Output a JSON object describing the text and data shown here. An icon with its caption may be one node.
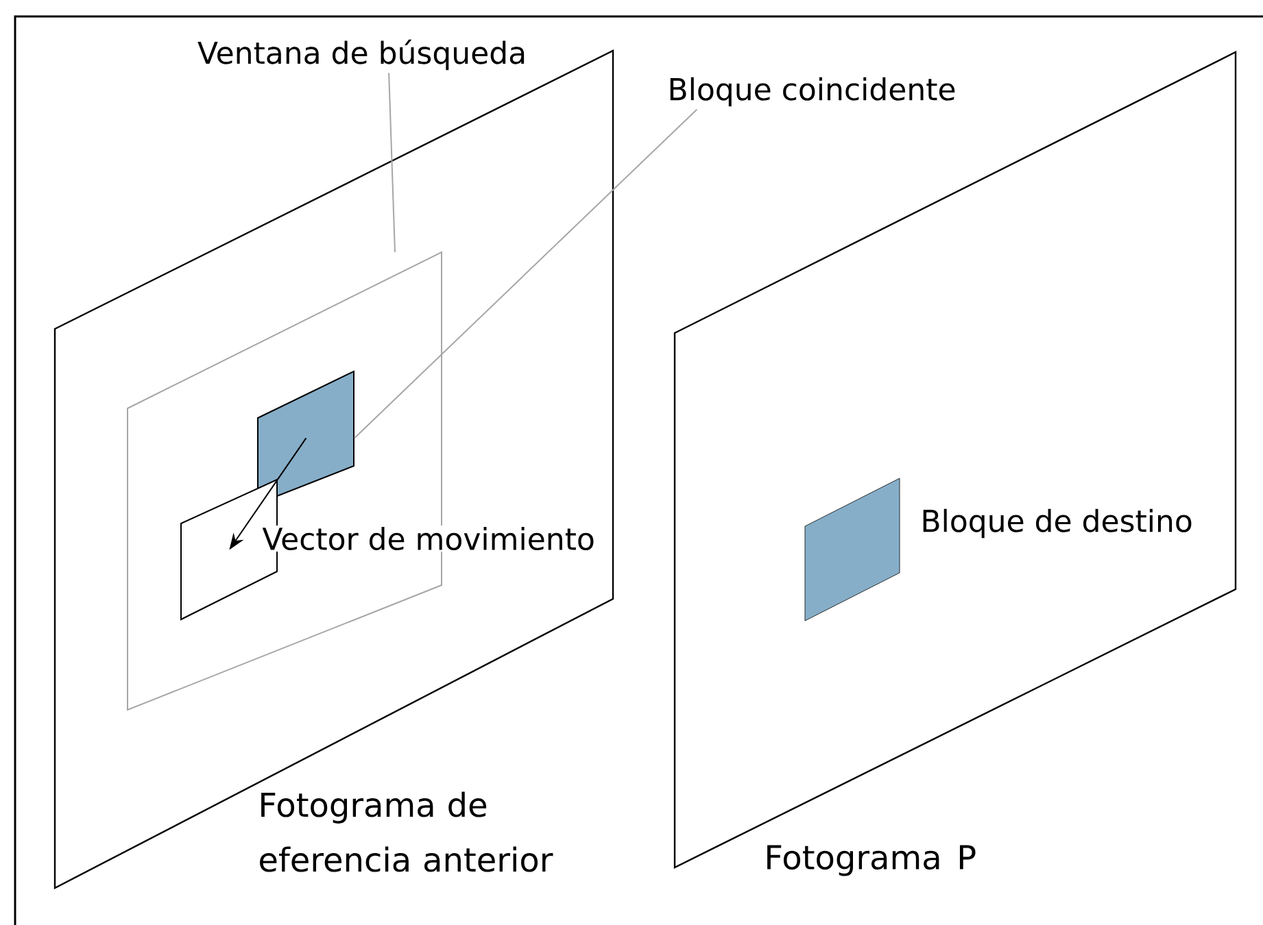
{
  "diagram": {
    "nodes": [
      {
        "text": [
          "Fotograma de eferencia anterior"
        ]
      },
      {
        "text": [],
        "shape": "box",
        "in": 0
      },
      {
        "text": [],
        "shape": "box",
        "in": 1
      },
      {
        "text": [],
        "shape": "box",
        "in": 1
      },
      {
        "text": [
          "Ventana de búsqueda"
        ]
      },
      {
        "text": [
          "Bloque coincidente"
        ]
      },
      {
        "text": [
          "Fotograma P"
        ]
      },
      {
        "text": [],
        "shape": "box",
        "in": 6,
        "beside": [
          "Bloque de destino"
        ]
      }
    ],
    "edges": [
      {
        "from": 4,
        "to": 1,
        "arrow": "none",
        "color": "#a6a6a6"
      },
      {
        "from": 5,
        "to": 2,
        "arrow": "none",
        "color": "#a6a6a6"
      },
      {
        "from": 2,
        "to": 3,
        "arrow": "to",
        "label": "Vector de movimiento",
        "color": "#000000"
      }
    ]
  }
}
